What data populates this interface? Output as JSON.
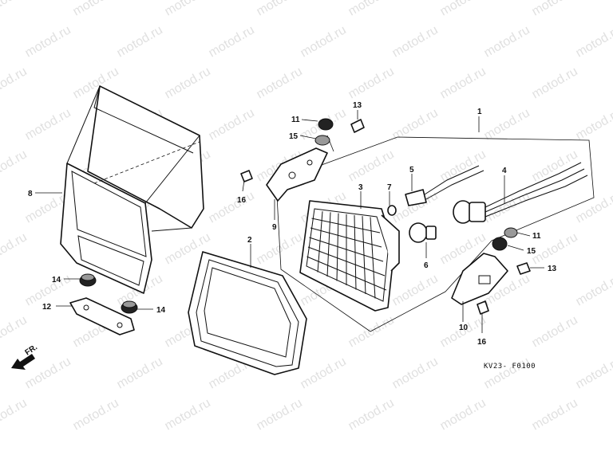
{
  "watermark": "motod.ru",
  "drawing_code": "KV23- F0100",
  "direction_label": "FR.",
  "callouts": {
    "c1": "1",
    "c2": "2",
    "c3": "3",
    "c4": "4",
    "c5": "5",
    "c6": "6",
    "c7": "7",
    "c8": "8",
    "c9": "9",
    "c10": "10",
    "c11a": "11",
    "c11b": "11",
    "c12": "12",
    "c13a": "13",
    "c13b": "13",
    "c14a": "14",
    "c14b": "14",
    "c15a": "15",
    "c15b": "15",
    "c16a": "16",
    "c16b": "16"
  }
}
